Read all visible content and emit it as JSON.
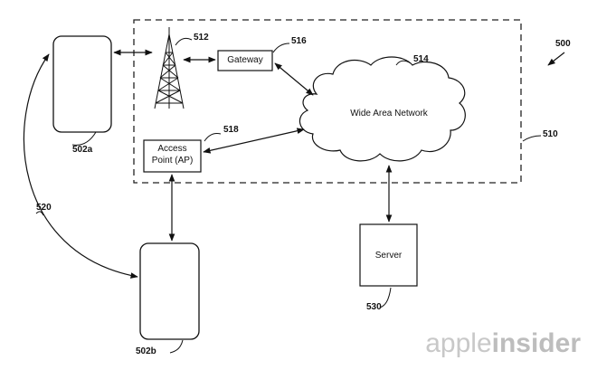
{
  "refs": {
    "system": "500",
    "device_a": "502a",
    "device_b": "502b",
    "network_region": "510",
    "tower": "512",
    "wan": "514",
    "gateway": "516",
    "access_point": "518",
    "link": "520",
    "server": "530"
  },
  "labels": {
    "gateway": "Gateway",
    "access_point_line1": "Access",
    "access_point_line2": "Point (AP)",
    "wan": "Wide Area Network",
    "server": "Server"
  },
  "watermark": {
    "part1": "apple",
    "part2": "insider"
  }
}
